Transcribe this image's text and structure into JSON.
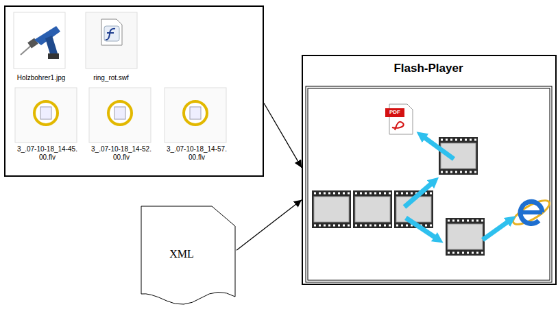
{
  "diagram": {
    "nodes": [
      {
        "text": [
          "Holzbohrer1.jpg",
          "ring_rot.swf",
          "3_.07-10-18_14-45.00.flv",
          "3_.07-10-18_14-52.00.flv",
          "3_.07-10-18_14-57.00.flv"
        ]
      },
      {
        "text": [
          "XML"
        ]
      },
      {
        "text": [
          "Flash-Player"
        ]
      }
    ],
    "edges": [
      {
        "from": 0,
        "to": 2,
        "arrow": "to"
      },
      {
        "from": 1,
        "to": 2,
        "arrow": "to"
      }
    ],
    "labels": [
      "PDF"
    ]
  }
}
